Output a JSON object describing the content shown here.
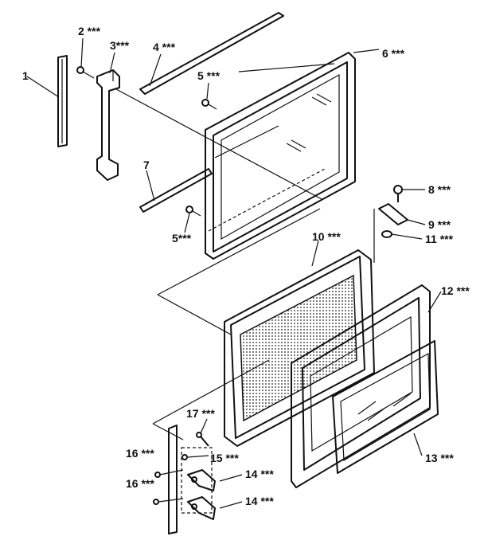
{
  "callouts": [
    {
      "id": "1",
      "text": "1"
    },
    {
      "id": "2",
      "text": "2 ***"
    },
    {
      "id": "3",
      "text": "3***"
    },
    {
      "id": "4",
      "text": "4 ***"
    },
    {
      "id": "5a",
      "text": "5 ***"
    },
    {
      "id": "5b",
      "text": "5***"
    },
    {
      "id": "6",
      "text": "6 ***"
    },
    {
      "id": "7",
      "text": "7"
    },
    {
      "id": "8",
      "text": "8 ***"
    },
    {
      "id": "9",
      "text": "9 ***"
    },
    {
      "id": "10",
      "text": "10 ***"
    },
    {
      "id": "11",
      "text": "11 ***"
    },
    {
      "id": "12",
      "text": "12 ***"
    },
    {
      "id": "13",
      "text": "13 ***"
    },
    {
      "id": "14a",
      "text": "14 ***"
    },
    {
      "id": "14b",
      "text": "14 ***"
    },
    {
      "id": "15",
      "text": "15 ***"
    },
    {
      "id": "16a",
      "text": "16 ***"
    },
    {
      "id": "16b",
      "text": "16 ***"
    },
    {
      "id": "17",
      "text": "17 ***"
    }
  ]
}
